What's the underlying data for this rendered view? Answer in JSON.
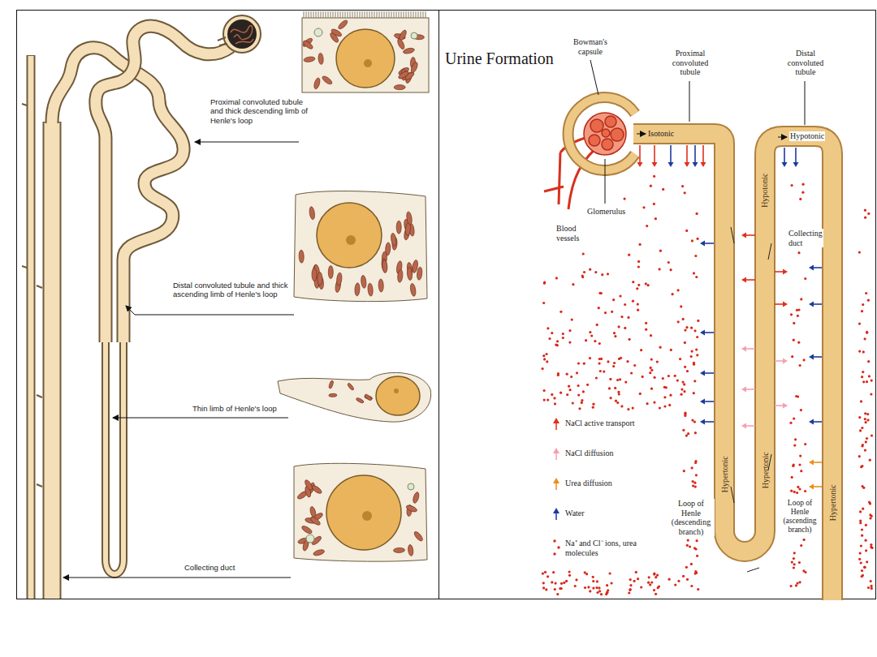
{
  "diagram": {
    "title": "Urine Formation",
    "labels": [
      "Proximal convoluted tubule and thick descending limb of Henle's loop",
      "Distal convoluted tubule and thick ascending limb of Henle's loop",
      "Thin limb of Henle's loop",
      "Collecting duct",
      "Bowman's capsule",
      "Proximal convoluted tubule",
      "Distal convoluted tubule",
      "Isotonic",
      "Hypotonic",
      "Glomerulus",
      "Hypotonic",
      "Collecting duct",
      "Blood vessels",
      "Loop of Henle (descending branch)",
      "Hypertonic",
      "Hypertonic",
      "Loop of Henle (ascending branch)",
      "Hypertonic"
    ],
    "legend": [
      {
        "text": "NaCl active transport"
      },
      {
        "text": "NaCl diffusion"
      },
      {
        "text": "Urea diffusion"
      },
      {
        "text": "Water"
      },
      {
        "text": "Na⁺ and Cl⁻ ions, urea molecules"
      }
    ]
  }
}
